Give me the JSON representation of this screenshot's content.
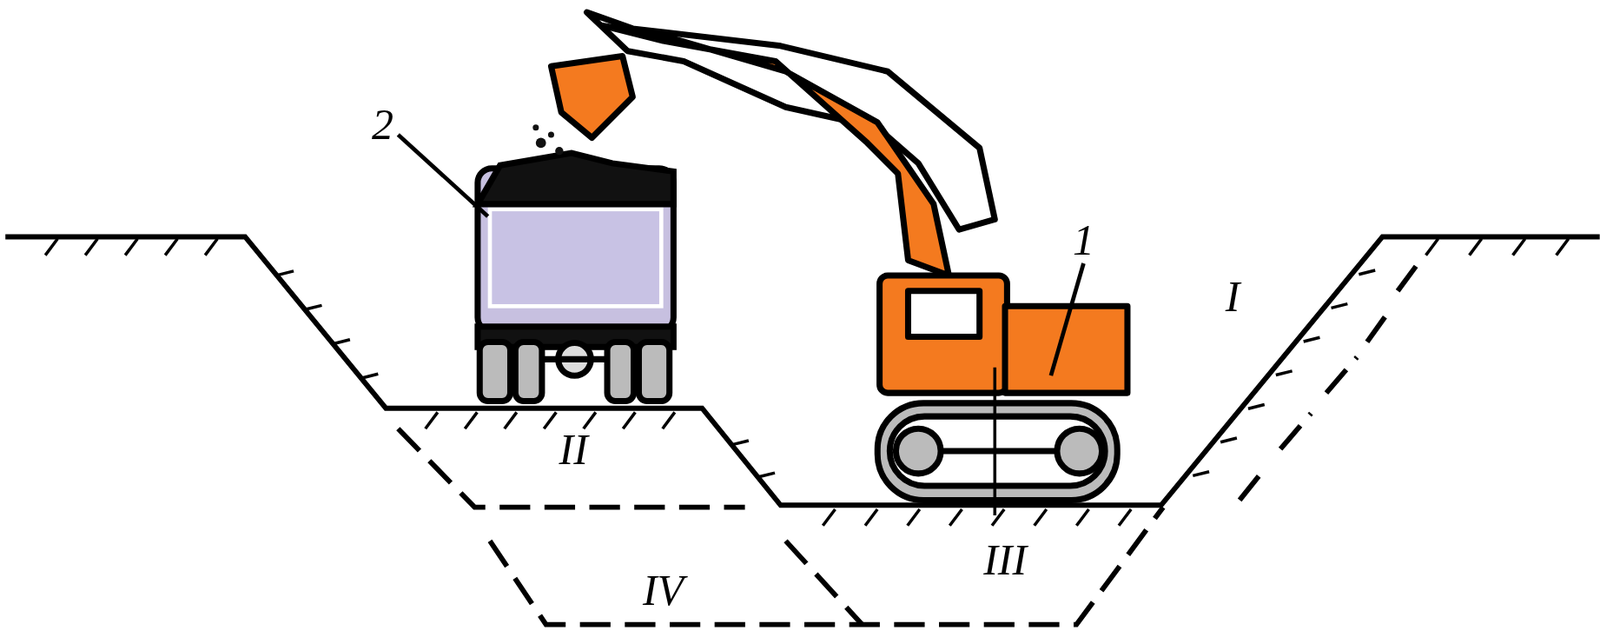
{
  "diagram": {
    "labels": [
      "2",
      "1",
      "I",
      "II",
      "III",
      "IV"
    ]
  }
}
